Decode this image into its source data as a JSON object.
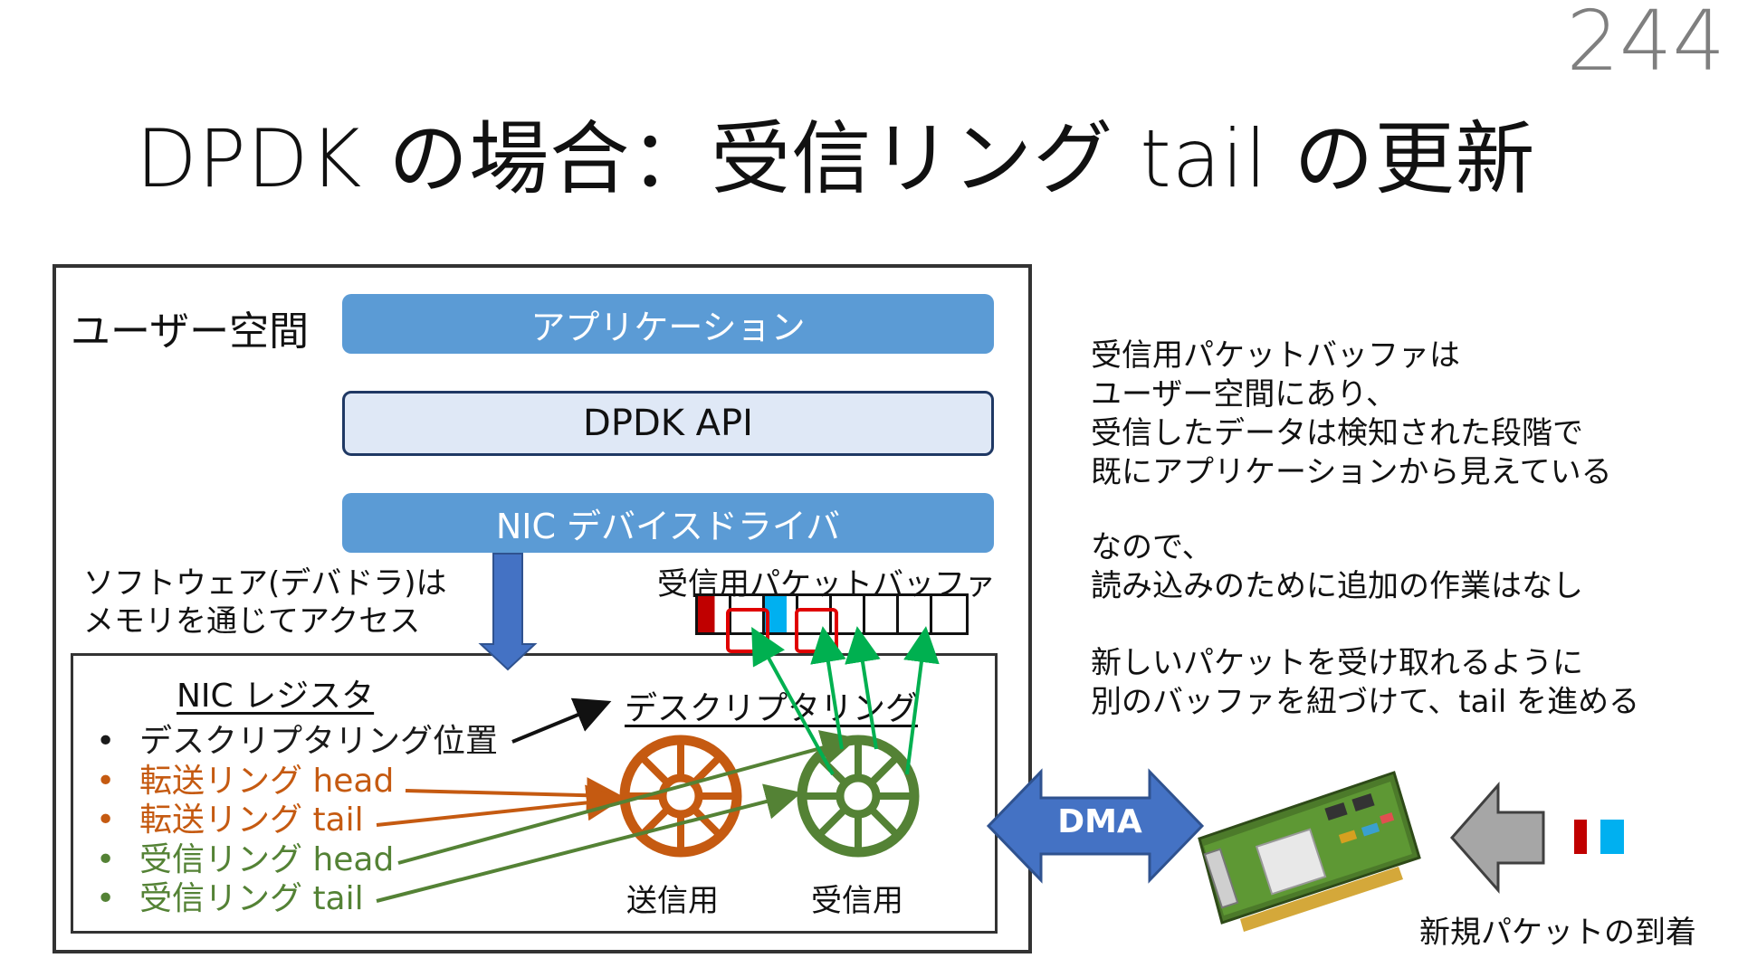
{
  "page_number": "244",
  "title": "DPDK の場合：受信リング tail の更新",
  "user_space_label": "ユーザー空間",
  "layers": {
    "application": "アプリケーション",
    "api": "DPDK API",
    "driver": "NIC デバイスドライバ"
  },
  "software_note": [
    "ソフトウェア(デバドラ)は",
    "メモリを通じてアクセス"
  ],
  "buffer_label": "受信用パケットバッファ",
  "nic_registers": {
    "label": "NIC レジスタ",
    "items": [
      {
        "text": "デスクリプタリング位置",
        "color": "#1a1a1a"
      },
      {
        "text": "転送リング head",
        "color": "#c55a11"
      },
      {
        "text": "転送リング tail",
        "color": "#c55a11"
      },
      {
        "text": "受信リング head",
        "color": "#548235"
      },
      {
        "text": "受信リング tail",
        "color": "#548235"
      }
    ]
  },
  "descriptor_ring_label": "デスクリプタリング",
  "rings": {
    "tx": {
      "label": "送信用",
      "color": "#c55a11"
    },
    "rx": {
      "label": "受信用",
      "color": "#548235"
    }
  },
  "dma_label": "DMA",
  "right_text": {
    "p1": [
      "受信用パケットバッファは",
      "ユーザー空間にあり、",
      "受信したデータは検知された段階で",
      "既にアプリケーションから見えている"
    ],
    "p2": [
      "なので、",
      "読み込みのために追加の作業はなし"
    ],
    "p3": [
      "新しいパケットを受け取れるように",
      "別のバッファを紐づけて、tail を進める"
    ]
  },
  "arrival_label": "新規パケットの到着",
  "colors": {
    "layer_blue": "#5b9bd5",
    "api_fill": "#dfe8f6",
    "orange": "#c55a11",
    "green": "#548235",
    "arrow_green": "#00b050",
    "highlight_red": "#e00000",
    "dma_blue": "#4472c4",
    "gray_arrow": "#a6a6a6"
  }
}
